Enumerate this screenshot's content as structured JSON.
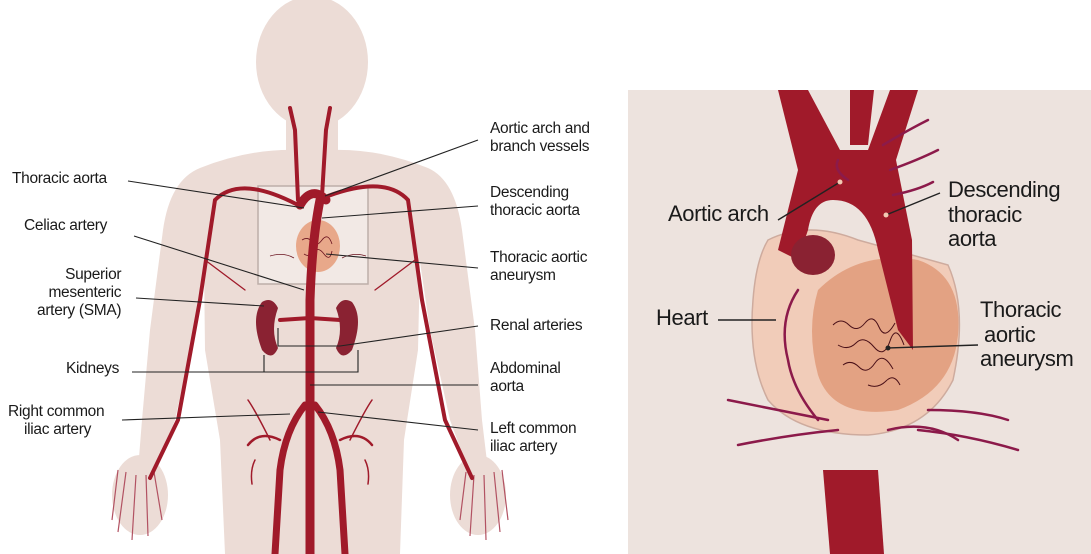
{
  "left_labels": {
    "thoracic_aorta": "Thoracic aorta",
    "celiac_artery": "Celiac artery",
    "sma": [
      "Superior",
      "mesenteric",
      "artery (SMA)"
    ],
    "kidneys": "Kidneys",
    "right_common_iliac": [
      "Right common",
      "iliac artery"
    ],
    "aortic_arch_branch": [
      "Aortic arch and",
      "branch vessels"
    ],
    "descending_thoracic": [
      "Descending",
      "thoracic aorta"
    ],
    "thoracic_aneurysm": [
      "Thoracic aortic",
      "aneurysm"
    ],
    "renal_arteries": "Renal arteries",
    "abdominal_aorta": [
      "Abdominal",
      "aorta"
    ],
    "left_common_iliac": [
      "Left common",
      "iliac artery"
    ]
  },
  "right_labels": {
    "aortic_arch": "Aortic arch",
    "descending": [
      "Descending",
      "thoracic",
      "aorta"
    ],
    "heart": "Heart",
    "thoracic_aneurysm": [
      "Thoracic",
      "aortic",
      "aneurysm"
    ]
  },
  "colors": {
    "artery": "#a01a2a",
    "skin": "#ecdcd6",
    "aneurysm": "#e8a88a",
    "background_right": "#ede3de"
  }
}
